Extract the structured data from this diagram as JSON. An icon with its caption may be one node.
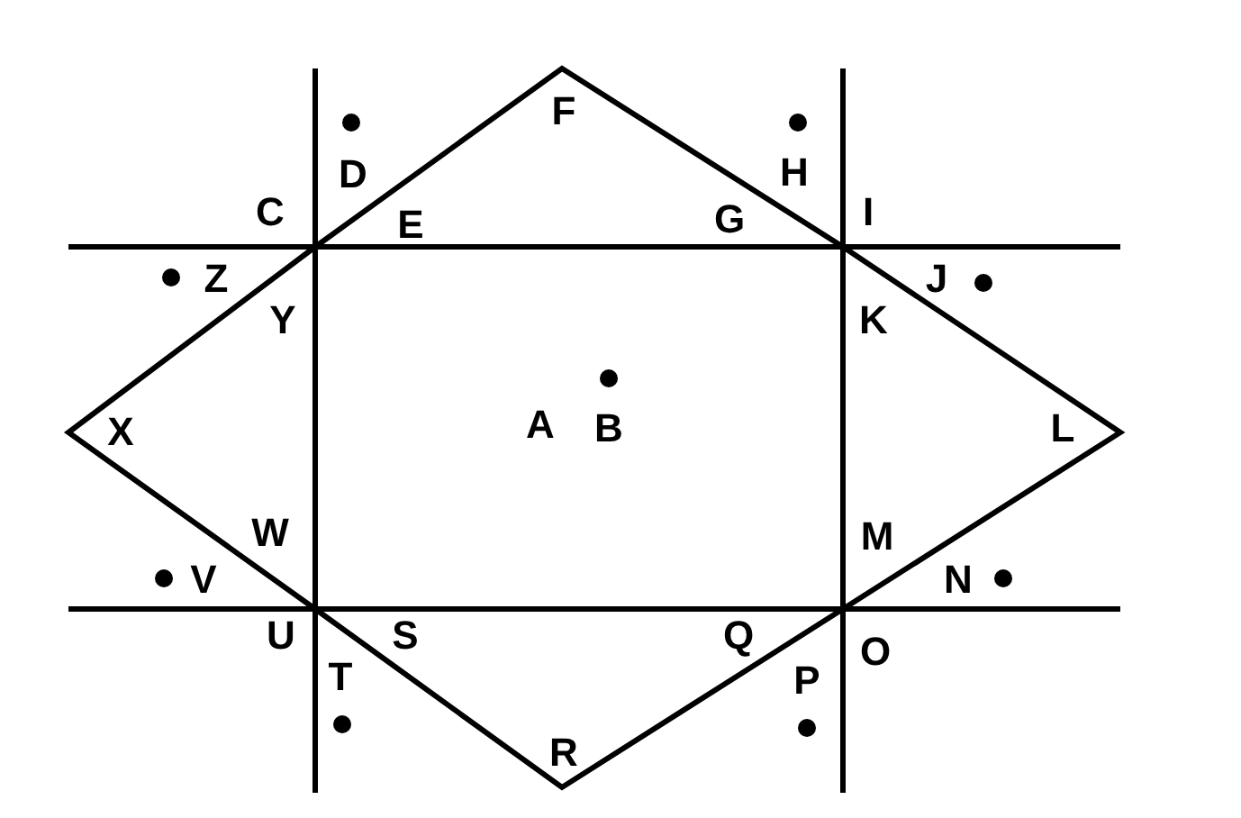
{
  "diagram": {
    "labels": [
      "F",
      "D",
      "H",
      "C",
      "E",
      "G",
      "I",
      "Z",
      "J",
      "Y",
      "K",
      "X",
      "A",
      "B",
      "L",
      "W",
      "M",
      "V",
      "N",
      "U",
      "S",
      "Q",
      "O",
      "T",
      "P",
      "R"
    ]
  }
}
